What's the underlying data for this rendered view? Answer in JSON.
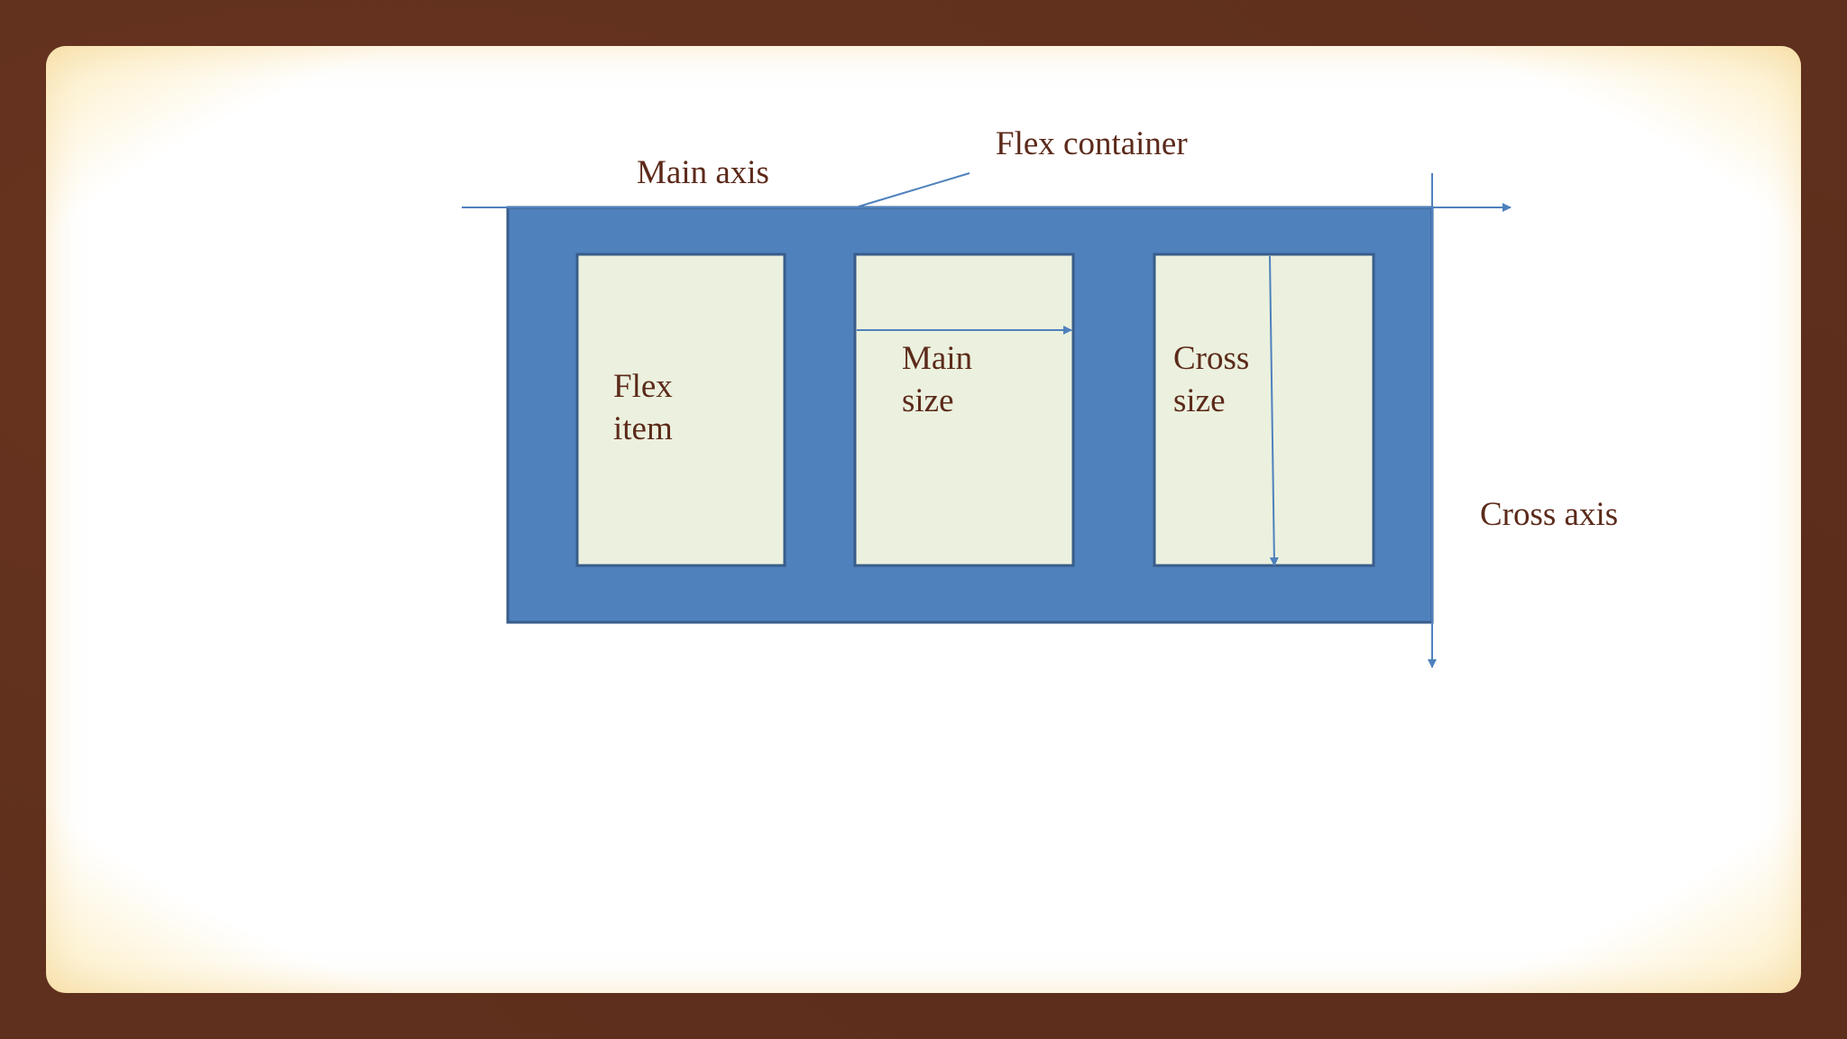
{
  "colors": {
    "frame": "#5f301d",
    "slide": "#ffffff",
    "container_fill": "#4f81bd",
    "container_stroke": "#385d8a",
    "item_fill": "#ebf1de",
    "arrow": "#4f81bd",
    "text": "#5c2a1a"
  },
  "labels": {
    "flex_container": "Flex container",
    "main_axis": "Main axis",
    "cross_axis": "Cross axis",
    "flex_item_line1": "Flex",
    "flex_item_line2": "item",
    "main_size_line1": "Main",
    "main_size_line2": "size",
    "cross_size_line1": "Cross",
    "cross_size_line2": "size"
  }
}
